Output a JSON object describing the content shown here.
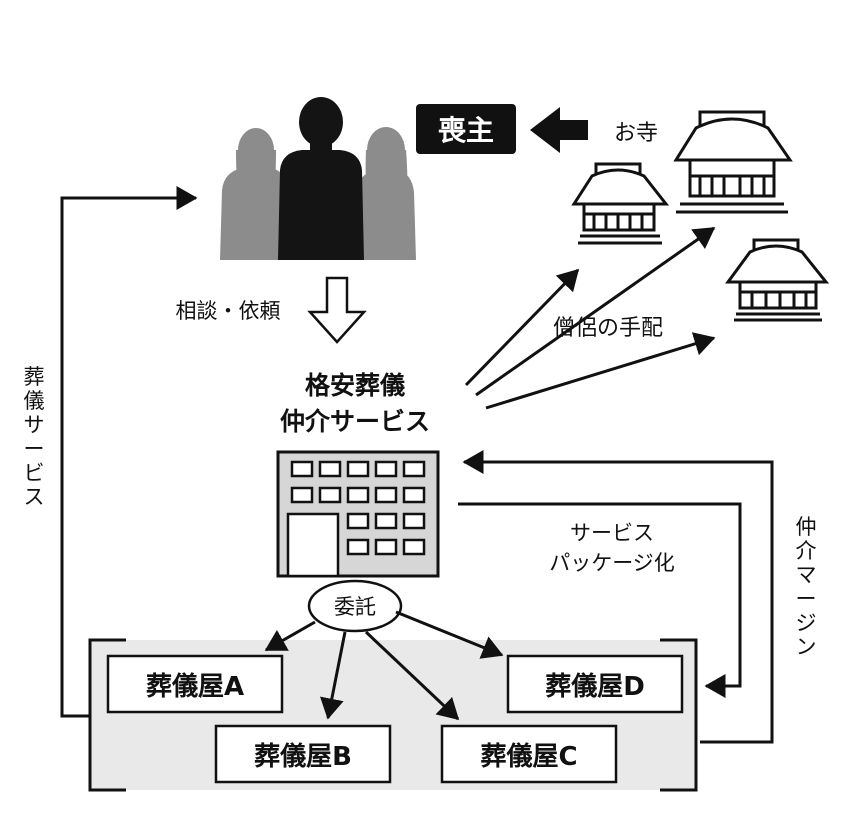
{
  "chief_mourner_label": "喪主",
  "temple_label": "お寺",
  "consultation_label": "相談・依頼",
  "broker": {
    "line1": "格安葬儀",
    "line2": "仲介サービス"
  },
  "priest_arrangement_label": "僧侶の手配",
  "outsourcing_label": "委託",
  "package_label": {
    "line1": "サービス",
    "line2": "パッケージ化"
  },
  "brokerage_margin_label": [
    "仲",
    "介",
    "マ",
    "ー",
    "ジ",
    "ン"
  ],
  "funeral_service_label": [
    "葬",
    "儀",
    "サ",
    "ー",
    "ビ",
    "ス"
  ],
  "funeral_homes": {
    "a": "葬儀屋A",
    "b": "葬儀屋B",
    "c": "葬儀屋C",
    "d": "葬儀屋D"
  },
  "colors": {
    "ink": "#111111",
    "grey_figure": "#8c8c8c",
    "dark_figure": "#141414",
    "panel": "#e9e9e9",
    "building": "#d6d6d6"
  }
}
